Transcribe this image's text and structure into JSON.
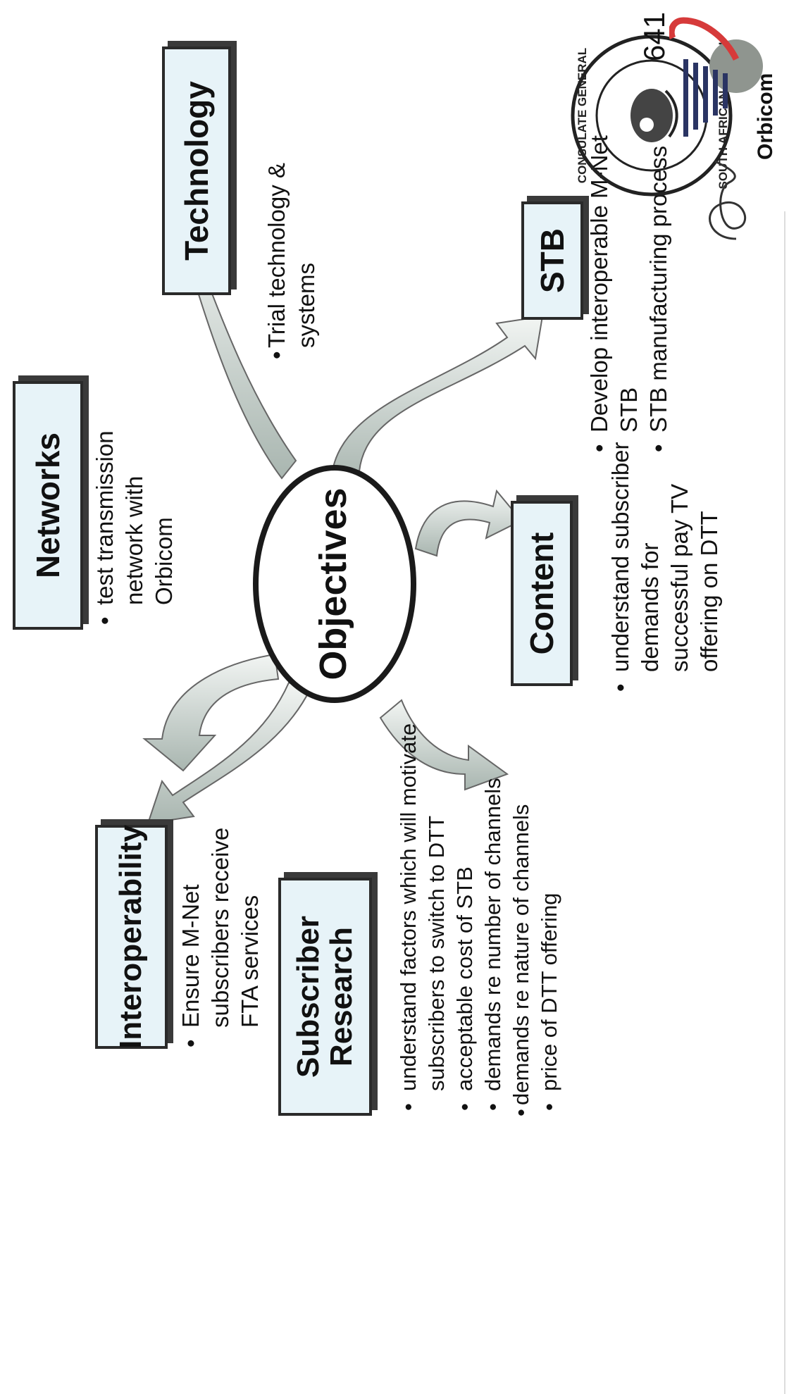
{
  "page_number": "641",
  "center": {
    "label": "Objectives"
  },
  "boxes": {
    "networks": {
      "title": "Networks",
      "bullets": [
        "test transmission network with Orbicom"
      ]
    },
    "technology": {
      "title": "Technology",
      "bullets": [
        "Trial technology & systems"
      ]
    },
    "stb": {
      "title": "STB",
      "bullets": [
        "Develop interoperable M-Net STB",
        "STB manufacturing process"
      ]
    },
    "content": {
      "title": "Content",
      "bullets": [
        "understand subscriber demands for successful pay TV offering on DTT"
      ]
    },
    "interoperability": {
      "title": "Interoperability",
      "bullets": [
        "Ensure M-Net subscribers receive FTA services"
      ]
    },
    "subscriber_research": {
      "title_line1": "Subscriber",
      "title_line2": "Research",
      "bullets": [
        "understand factors which will motivate subscribers to switch to DTT",
        "acceptable cost of STB",
        "demands re number of channels",
        "demands re nature of channels",
        "price of DTT offering"
      ]
    }
  },
  "stamp": {
    "text": "SOUTH AFRICAN CONSULATE GENERAL DUBAI"
  },
  "logo": {
    "name": "Orbicom",
    "icon": "orbicom-logo-icon"
  },
  "signature": {
    "icon": "signature-icon"
  },
  "colors": {
    "box_fill": "#e7f3f8",
    "arrow_fill": "#b9c4bf",
    "logo_red": "#d63a3a",
    "logo_navy": "#2a3463"
  }
}
